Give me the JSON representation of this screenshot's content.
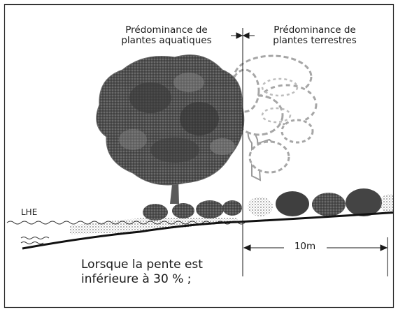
{
  "labels": {
    "zone_aquatic_line1": "Prédominance de",
    "zone_aquatic_line2": "plantes aquatiques",
    "zone_terrestrial_line1": "Prédominance de",
    "zone_terrestrial_line2": "plantes terrestres",
    "water_level": "LHE",
    "distance": "10m"
  },
  "caption": {
    "line1": "Lorsque la pente est",
    "line2": "inférieure à 30 % ;"
  },
  "colors": {
    "frame": "#2a2a2a",
    "ink": "#1a1a1a",
    "tree_dark": "#4d4d4d",
    "tree_outline": "#9a9a9a",
    "shrub": "#454545",
    "ground_dark": "#111111",
    "ground_stipple": "#a8a8a8"
  }
}
